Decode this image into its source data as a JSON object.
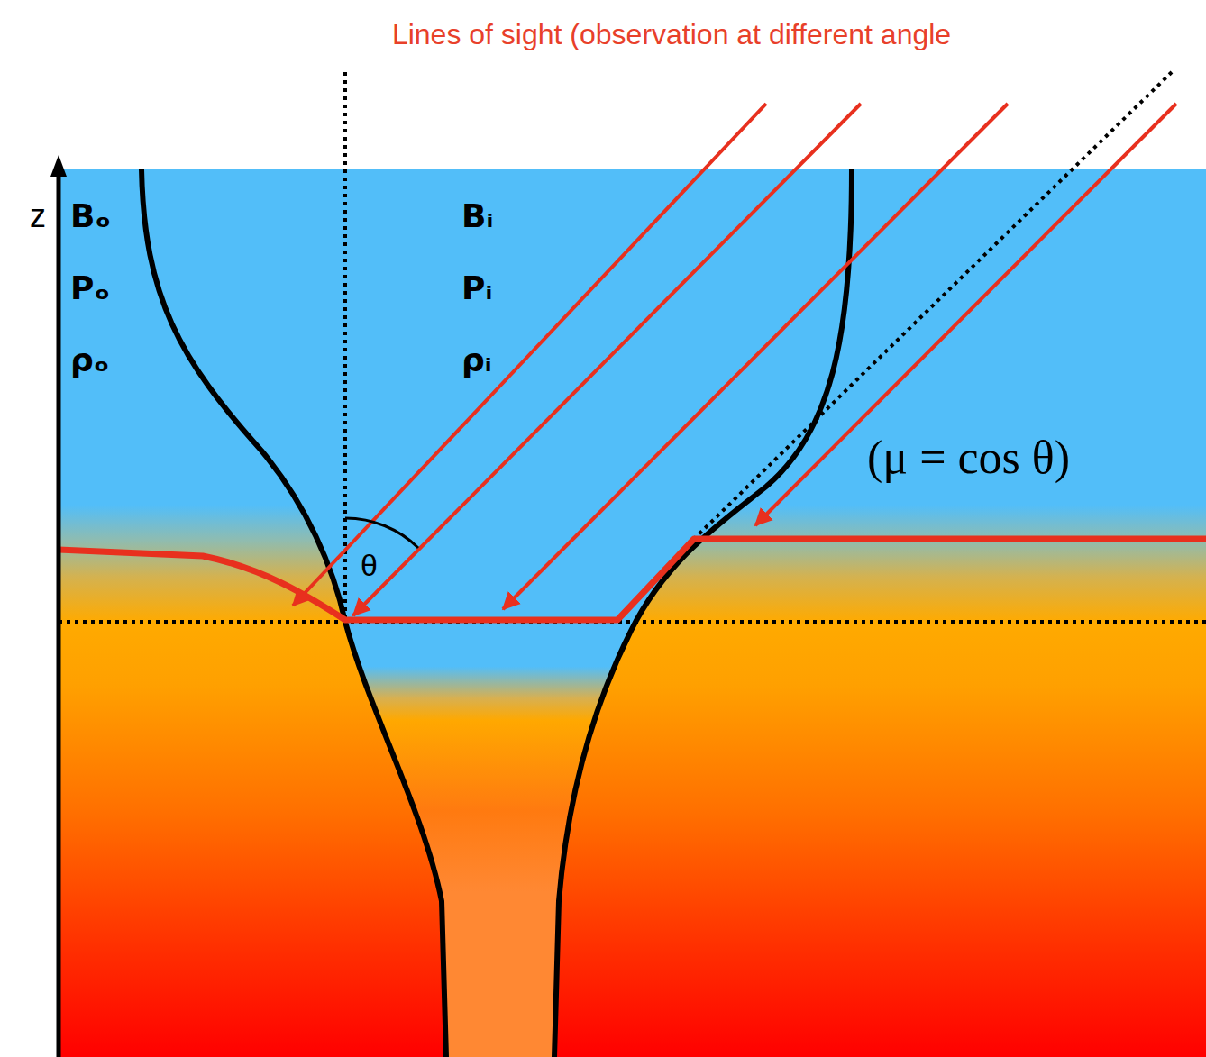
{
  "diagram": {
    "labels": [
      "Lines of sight (observation at different angle",
      "z",
      "Bₒ",
      "Pₒ",
      "ρₒ",
      "Bᵢ",
      "Pᵢ",
      "ρᵢ",
      "θ",
      "(μ = cos θ)"
    ]
  }
}
